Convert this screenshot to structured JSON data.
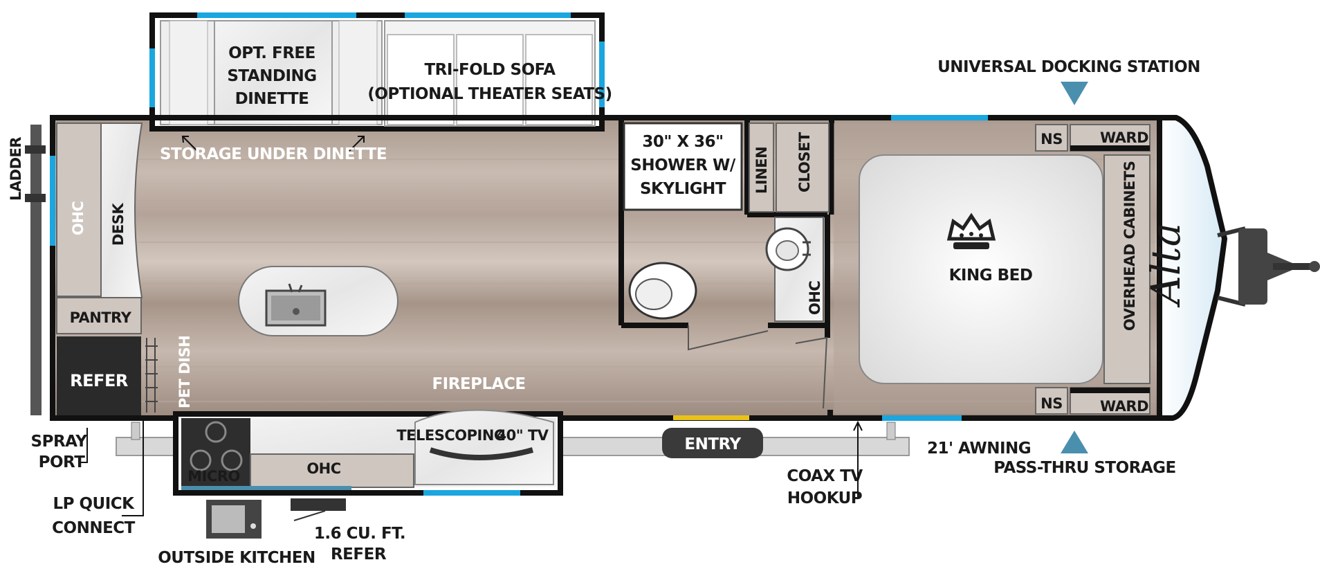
{
  "brand": {
    "logo_text": "Alta"
  },
  "colors": {
    "wall": "#111111",
    "window": "#1ba6df",
    "door_accent": "#e8c21a",
    "marker": "#4a8fae",
    "floor_dark": "#9a8a80",
    "floor_light": "#cdbfb6",
    "cabinet": "#cfc6c0",
    "refer": "#2a2a2a"
  },
  "labels": {
    "ladder": "LADDER",
    "ohc_left": "OHC",
    "desk": "DESK",
    "pantry": "PANTRY",
    "refer": "REFER",
    "pet_dish": "PET DISH",
    "dinette_1": "OPT. FREE",
    "dinette_2": "STANDING",
    "dinette_3": "DINETTE",
    "sofa_1": "TRI-FOLD SOFA",
    "sofa_2": "(OPTIONAL THEATER SEATS)",
    "storage_under_dinette": "STORAGE UNDER DINETTE",
    "shower_1": "30\" X 36\"",
    "shower_2": "SHOWER W/",
    "shower_3": "SKYLIGHT",
    "linen": "LINEN",
    "closet": "CLOSET",
    "ohc_bath": "OHC",
    "king_bed": "KING BED",
    "overhead_cabinets": "OVERHEAD CABINETS",
    "ns_top": "NS",
    "ward_top": "WARD",
    "ns_bottom": "NS",
    "ward_bottom": "WARD",
    "universal_docking_station": "UNIVERSAL DOCKING STATION",
    "pass_thru_storage": "PASS-THRU STORAGE",
    "fireplace": "FIREPLACE",
    "telescoping": "TELESCOPING",
    "tv": "40\" TV",
    "entry": "ENTRY",
    "awning": "21' AWNING",
    "coax_1": "COAX TV",
    "coax_2": "HOOKUP",
    "micro": "MICRO",
    "ohc_kitchen": "OHC",
    "spray_1": "SPRAY",
    "spray_2": "PORT",
    "lp_1": "LP QUICK",
    "lp_2": "CONNECT",
    "outside_kitchen": "OUTSIDE  KITCHEN",
    "cu_refer_1": "1.6 CU. FT.",
    "cu_refer_2": "REFER"
  }
}
